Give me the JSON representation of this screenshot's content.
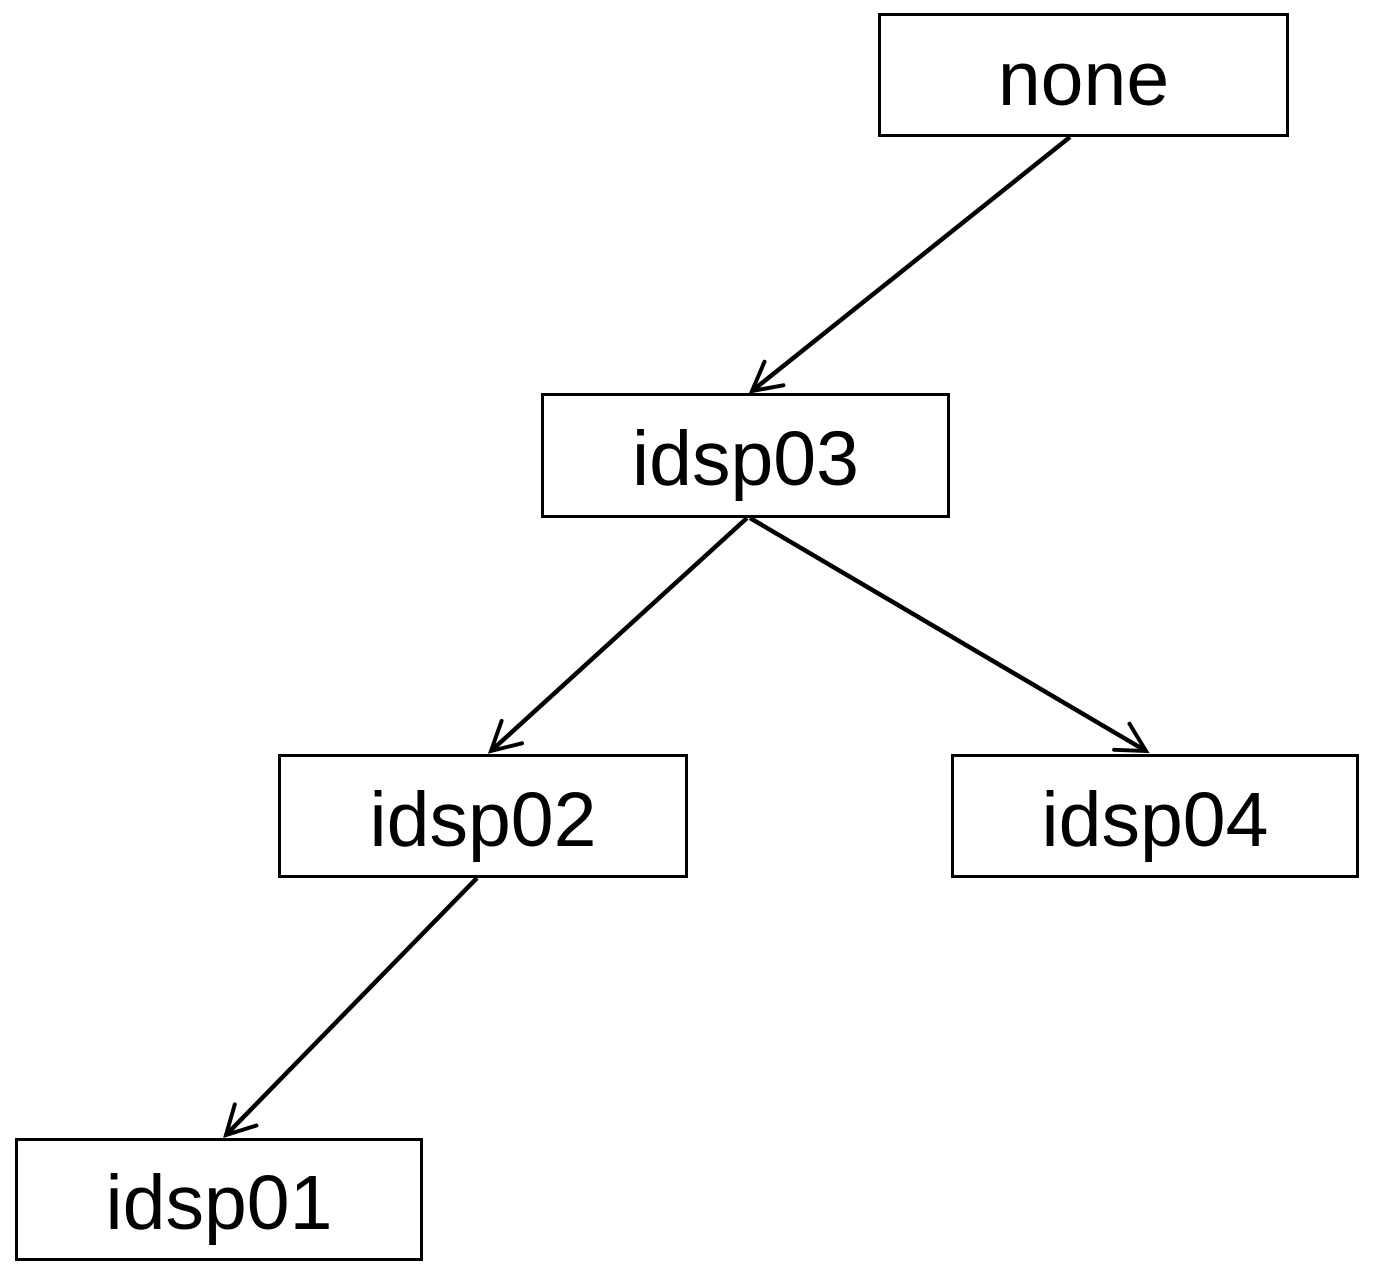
{
  "diagram": {
    "type": "tree",
    "background": "#ffffff",
    "box_fill": "#ffffff",
    "box_border_color": "#000000",
    "text_color": "#000000",
    "arrow_color": "#000000",
    "nodes": [
      {
        "id": "none",
        "label": "none"
      },
      {
        "id": "idsp03",
        "label": "idsp03"
      },
      {
        "id": "idsp02",
        "label": "idsp02"
      },
      {
        "id": "idsp04",
        "label": "idsp04"
      },
      {
        "id": "idsp01",
        "label": "idsp01"
      }
    ],
    "edges": [
      {
        "from": "none",
        "to": "idsp03"
      },
      {
        "from": "idsp03",
        "to": "idsp02"
      },
      {
        "from": "idsp03",
        "to": "idsp04"
      },
      {
        "from": "idsp02",
        "to": "idsp01"
      }
    ]
  }
}
